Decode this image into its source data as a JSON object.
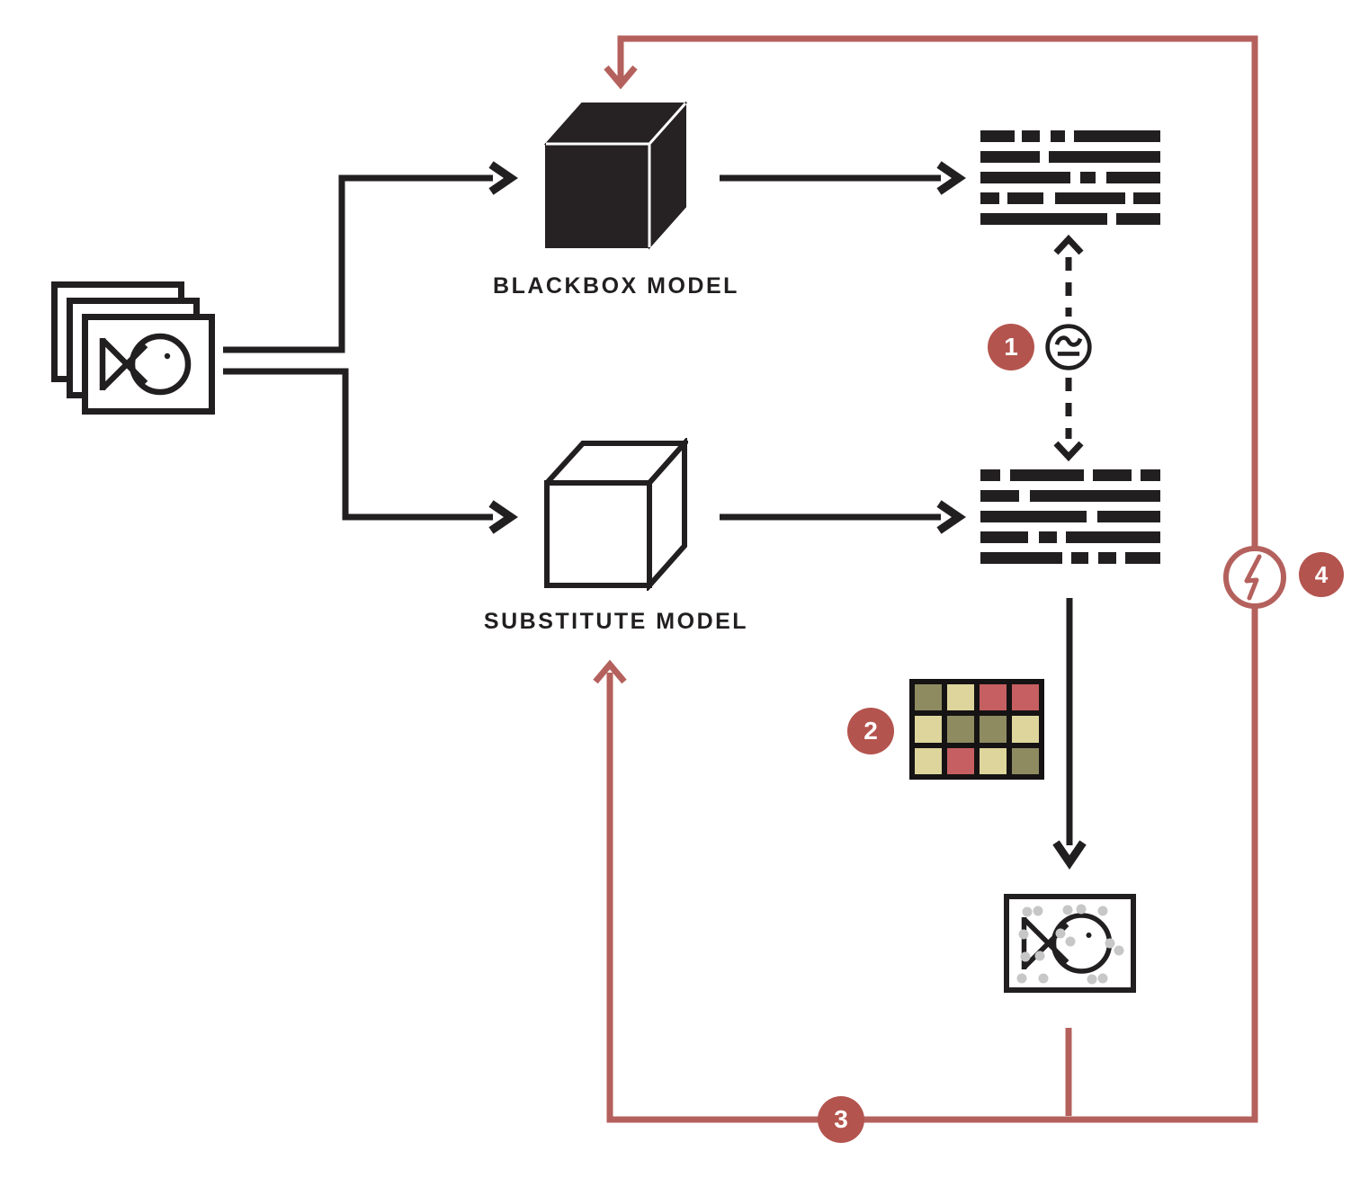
{
  "colors": {
    "background": "#ffffff",
    "ink": "#221f20",
    "cube-black": "#262223",
    "accent-line": "#b4615d",
    "badge-fill": "#b4544e",
    "noise-dot": "#c7c7c7",
    "heatmap-frame": "#161314"
  },
  "labels": {
    "blackbox_model": "BLACKBOX MODEL",
    "substitute_model": "SUBSTITUTE MODEL"
  },
  "badges": {
    "step1": "1",
    "step2": "2",
    "step3": "3",
    "step4": "4"
  },
  "icons": {
    "compare": "approx-equal-icon",
    "attack": "lightning-bolt-icon",
    "input": "image-stack-fish-icon",
    "blackbox": "black-cube-icon",
    "substitute": "white-cube-icon",
    "adversarial": "fish-image-with-noise-icon"
  },
  "outputs": {
    "blackbox": {
      "rows": [
        [
          38,
          -8,
          20,
          -12,
          16,
          -10,
          96
        ],
        [
          66,
          -10,
          124
        ],
        [
          100,
          -11,
          17,
          -12,
          60
        ],
        [
          21,
          -9,
          40,
          -13,
          78,
          -9,
          30
        ],
        [
          141,
          -10,
          49
        ]
      ]
    },
    "substitute": {
      "rows": [
        [
          22,
          -11,
          82,
          -10,
          43,
          -10,
          22
        ],
        [
          43,
          -12,
          145
        ],
        [
          118,
          -12,
          70
        ],
        [
          53,
          -12,
          20,
          -10,
          105
        ],
        [
          91,
          -10,
          19,
          -11,
          20,
          -10,
          39
        ]
      ]
    }
  },
  "heatmap": {
    "palette": {
      "olive": "#8e8b61",
      "khaki": "#ded59c",
      "red": "#c65f61"
    },
    "cells": [
      [
        "olive",
        "khaki",
        "red",
        "red"
      ],
      [
        "khaki",
        "olive",
        "olive",
        "khaki"
      ],
      [
        "khaki",
        "red",
        "khaki",
        "olive"
      ]
    ]
  },
  "adversarial_image": {
    "noise_dots": [
      [
        0.145,
        0.14
      ],
      [
        0.235,
        0.13
      ],
      [
        0.48,
        0.12
      ],
      [
        0.59,
        0.11
      ],
      [
        0.77,
        0.13
      ],
      [
        0.12,
        0.4
      ],
      [
        0.42,
        0.39
      ],
      [
        0.5,
        0.48
      ],
      [
        0.83,
        0.5
      ],
      [
        0.9,
        0.58
      ],
      [
        0.13,
        0.65
      ],
      [
        0.25,
        0.64
      ],
      [
        0.1,
        0.9
      ],
      [
        0.28,
        0.9
      ],
      [
        0.68,
        0.91
      ],
      [
        0.77,
        0.9
      ]
    ]
  }
}
